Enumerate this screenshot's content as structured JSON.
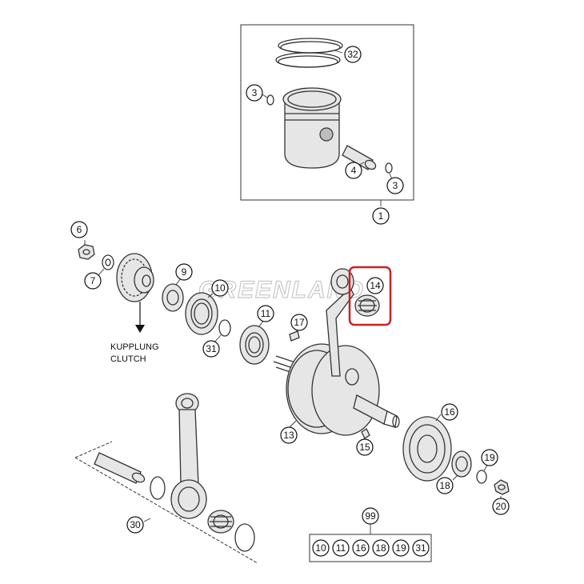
{
  "callouts": {
    "c32": "32",
    "c3a": "3",
    "c4": "4",
    "c3b": "3",
    "c1": "1",
    "c6": "6",
    "c7": "7",
    "c9": "9",
    "c10": "10",
    "c11": "11",
    "c17": "17",
    "c31": "31",
    "c14": "14",
    "c13": "13",
    "c16": "16",
    "c15": "15",
    "c19": "19",
    "c18": "18",
    "c20": "20",
    "c30": "30",
    "c99": "99"
  },
  "kit_items": [
    "10",
    "11",
    "16",
    "18",
    "19",
    "31"
  ],
  "clutch_label": {
    "line1": "KUPPLUNG",
    "line2": "CLUTCH"
  },
  "watermark": "GREENLAND",
  "colors": {
    "highlight": "#cc2222",
    "line": "#333333"
  }
}
